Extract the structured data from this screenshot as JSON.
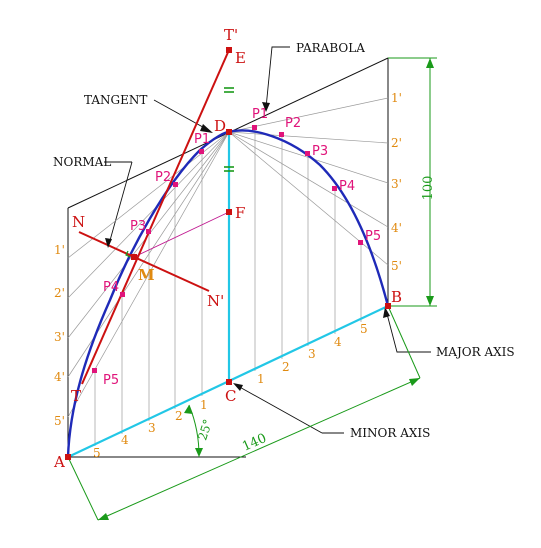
{
  "colors": {
    "background": "#ffffff",
    "outline": "#111111",
    "construction": "#9a9a9a",
    "parabola": "#1f2ab8",
    "axis": "#22c7e6",
    "tangent_normal": "#cc1111",
    "points": "#e0147a",
    "divisions": "#e08a10",
    "dimension": "#1a9a1a",
    "focus_link": "#c01890"
  },
  "callouts": {
    "parabola": "PARABOLA",
    "tangent": "TANGENT",
    "normal": "NORMAL",
    "major_axis": "MAJOR AXIS",
    "minor_axis": "MINOR AXIS"
  },
  "points": {
    "T_prime": "T'",
    "E": "E",
    "D": "D",
    "F": "F",
    "N": "N",
    "N_prime": "N'",
    "M": "M",
    "T": "T",
    "A": "A",
    "B": "B",
    "C": "C"
  },
  "parabola_points": {
    "left": [
      "P1",
      "P2",
      "P3",
      "P4",
      "P5"
    ],
    "right": [
      "P1",
      "P2",
      "P3",
      "P4",
      "P5"
    ]
  },
  "divisions": {
    "left_side": [
      "1'",
      "2'",
      "3'",
      "4'",
      "5'"
    ],
    "right_side": [
      "1'",
      "2'",
      "3'",
      "4'",
      "5'"
    ],
    "base_left": [
      "5",
      "4",
      "3",
      "2",
      "1"
    ],
    "base_right": [
      "1",
      "2",
      "3",
      "4",
      "5"
    ]
  },
  "dimensions": {
    "height": "100",
    "base": "140",
    "angle": "25°"
  }
}
